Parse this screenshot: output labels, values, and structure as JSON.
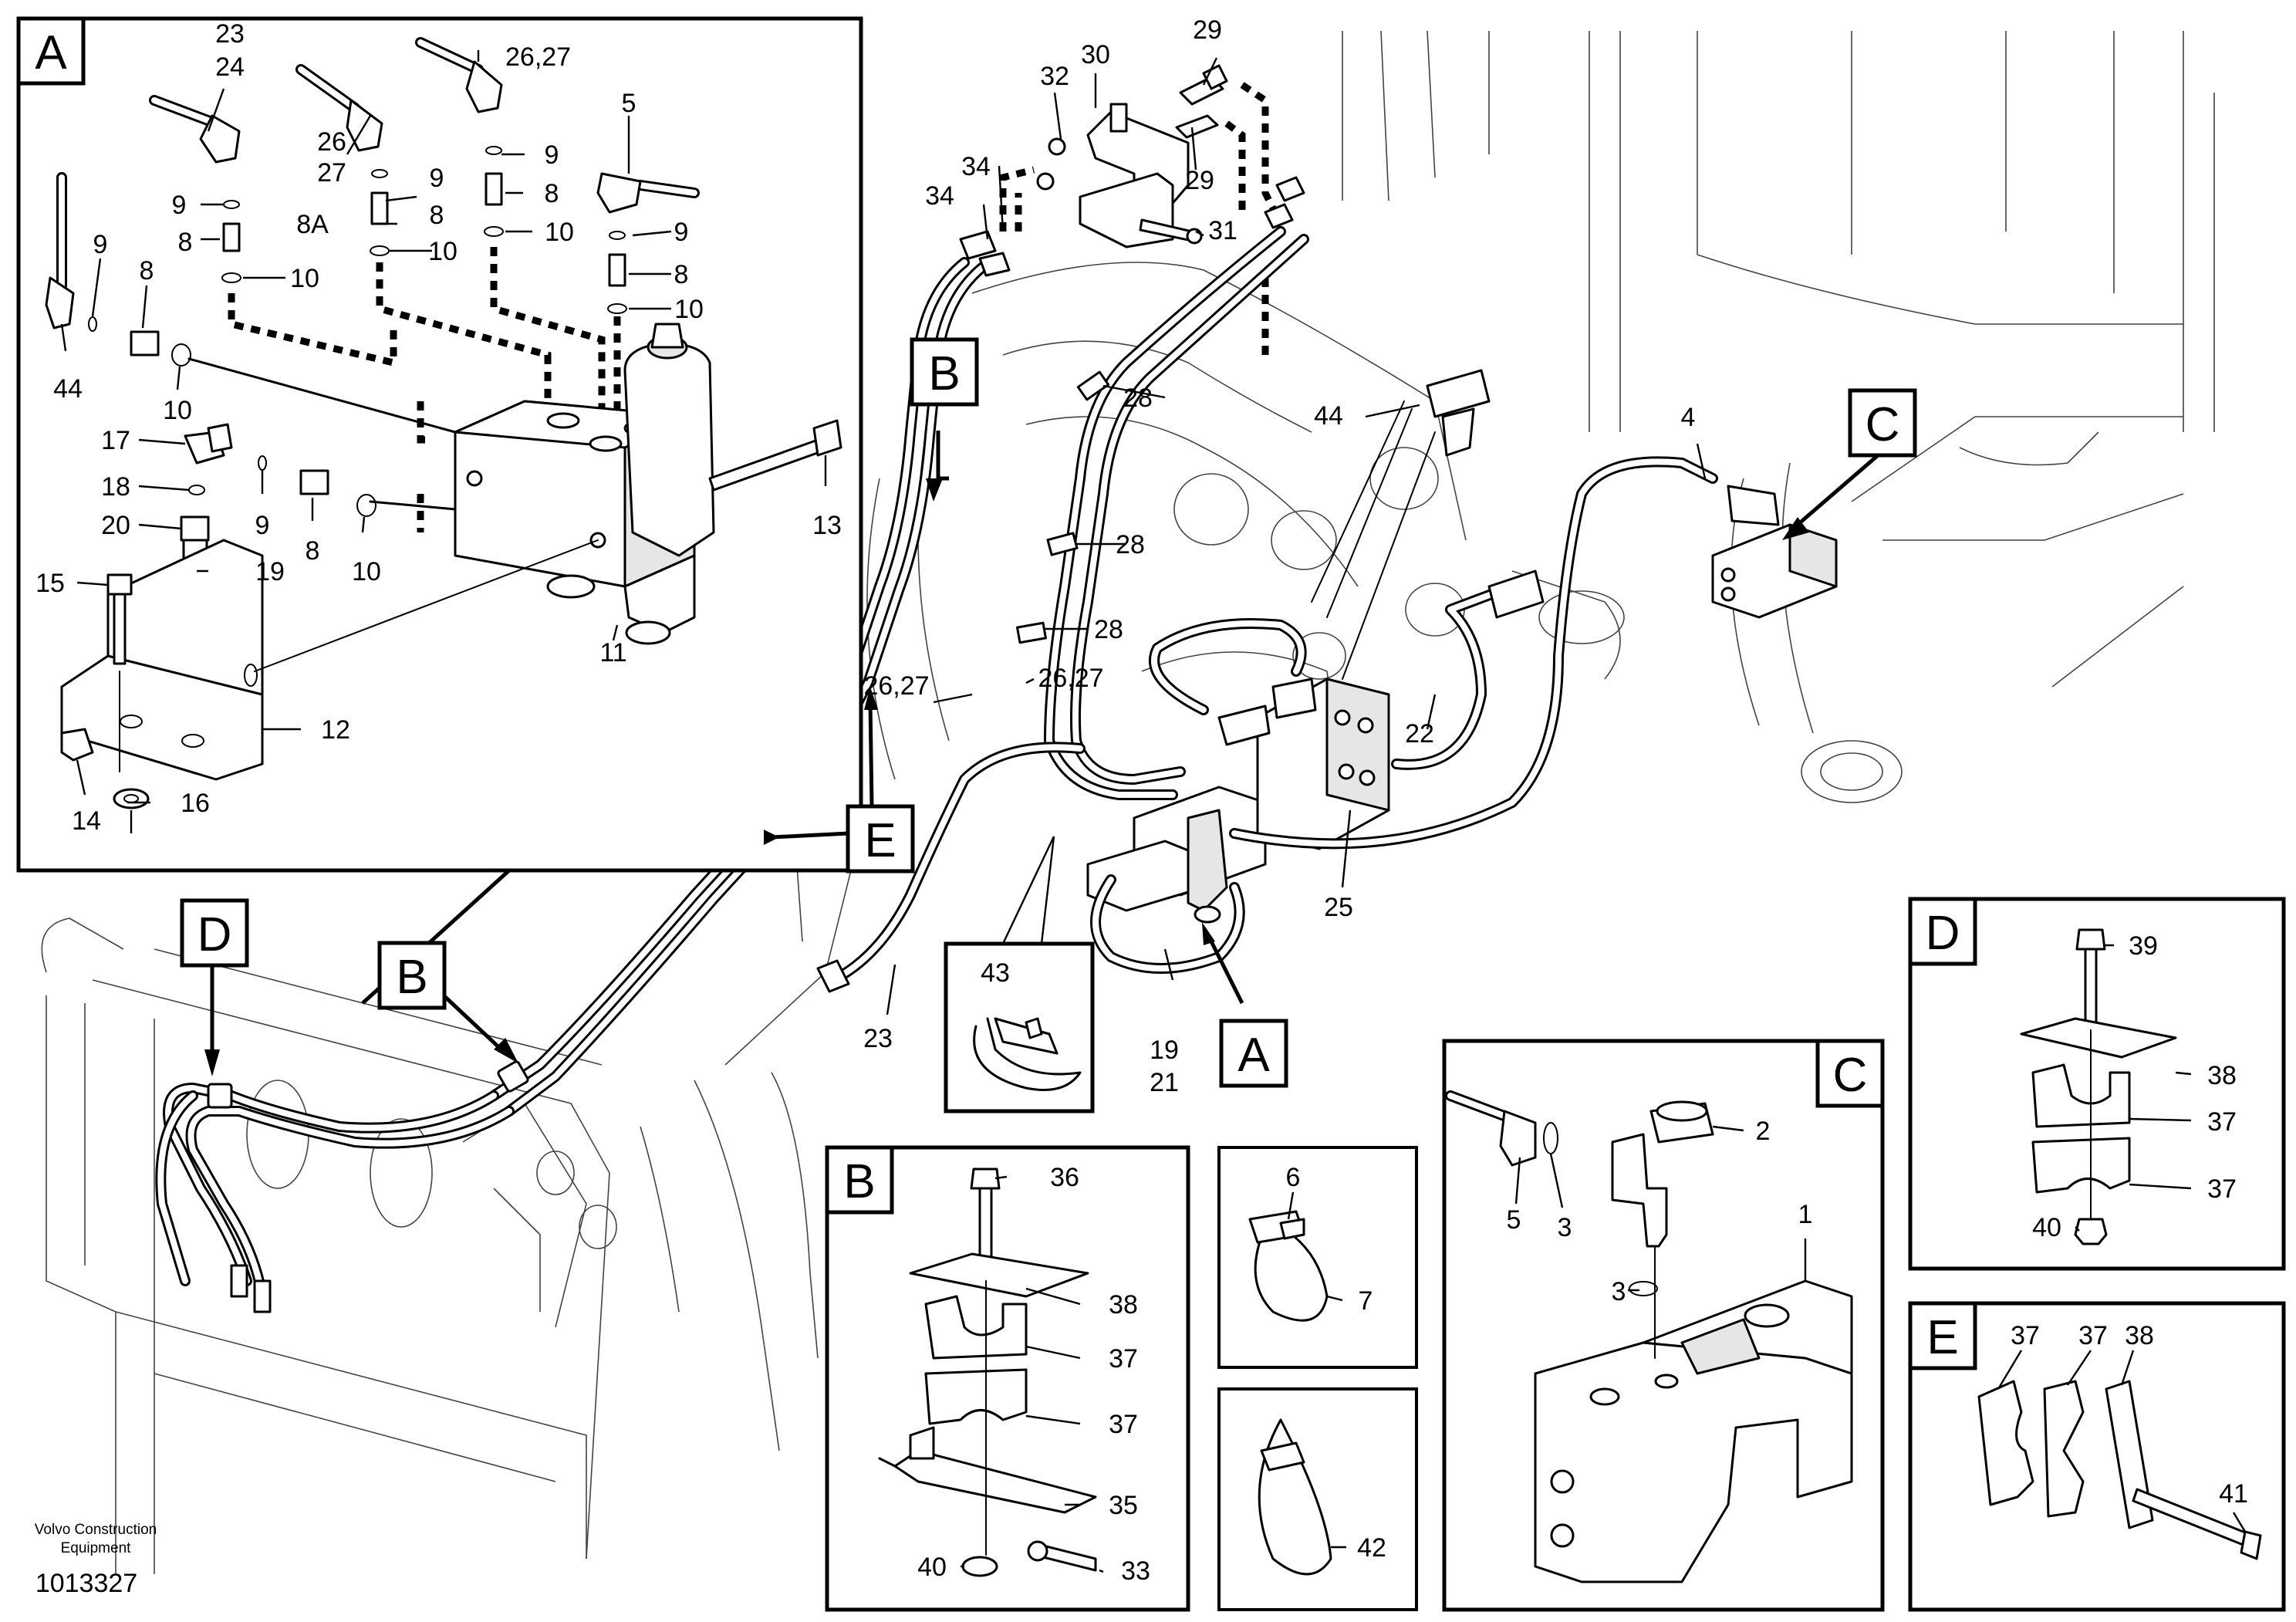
{
  "diagram": {
    "publisher_line1": "Volvo Construction",
    "publisher_line2": "Equipment",
    "document_number": "1013327"
  },
  "detail_letters": {
    "a": "A",
    "b": "B",
    "c": "C",
    "d": "D",
    "e": "E"
  },
  "part_numbers": {
    "p1": "1",
    "p2": "2",
    "p3": "3",
    "p4": "4",
    "p5": "5",
    "p6": "6",
    "p7": "7",
    "p8": "8",
    "p8a": "8A",
    "p9": "9",
    "p10": "10",
    "p11": "11",
    "p12": "12",
    "p13": "13",
    "p14": "14",
    "p15": "15",
    "p16": "16",
    "p17": "17",
    "p18": "18",
    "p19": "19",
    "p20": "20",
    "p21": "21",
    "p22": "22",
    "p23": "23",
    "p24": "24",
    "p25": "25",
    "p26": "26",
    "p27": "27",
    "p26_27": "26,27",
    "p28": "28",
    "p29": "29",
    "p30": "30",
    "p31": "31",
    "p32": "32",
    "p33": "33",
    "p34": "34",
    "p35": "35",
    "p36": "36",
    "p37": "37",
    "p38": "38",
    "p39": "39",
    "p40": "40",
    "p41": "41",
    "p42": "42",
    "p43": "43",
    "p44": "44"
  }
}
